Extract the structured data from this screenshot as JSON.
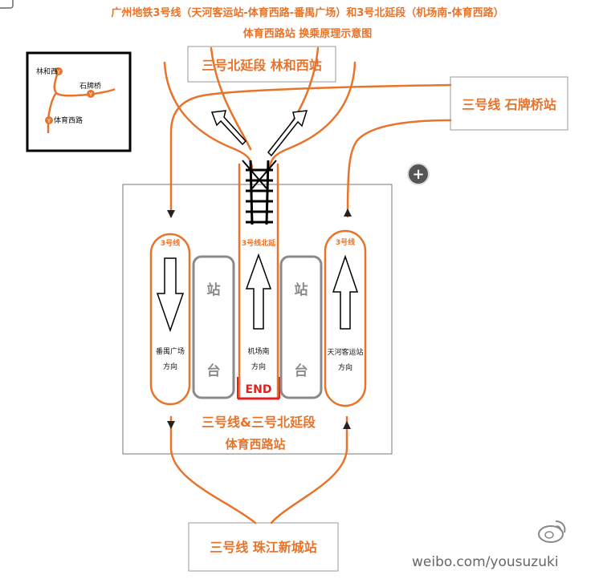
{
  "title": {
    "line1": "广州地铁3号线（天河客运站-体育西路-番禺广场）和3号北延段（机场南-体育西路）",
    "line2": "体育西路站 换乘原理示意图"
  },
  "stations": {
    "linhexi": "三号北延段  林和西站",
    "shipaiqiao": "三号线  石牌桥站",
    "zhujiangxincheng": "三号线  珠江新城站"
  },
  "inset_map": {
    "linhexi": "林和西",
    "shipaiqiao": "石牌桥",
    "tiyuxilu": "体育西路",
    "metro_symbol": "Y"
  },
  "tracks": {
    "left": {
      "line_label": "3号线",
      "direction": [
        "番禺广场",
        "方向"
      ]
    },
    "middle": {
      "line_label": "3号线北延",
      "direction": [
        "机场南",
        "方向"
      ],
      "end_label": "END"
    },
    "right": {
      "line_label": "3号线",
      "direction": [
        "天河客运站",
        "方向"
      ]
    }
  },
  "platform_label": {
    "char1": "站",
    "char2": "台"
  },
  "station_name": {
    "line1": "三号线&三号北延段",
    "line2": "体育西路站"
  },
  "zoom_button": "+",
  "watermark": "weibo.com/yousuzuki",
  "colors": {
    "orange": "#e8732a",
    "red": "#e02020",
    "platform_grey": "#8a8a8a"
  }
}
